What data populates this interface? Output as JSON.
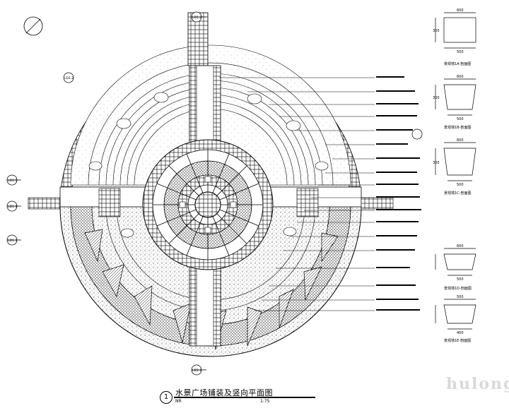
{
  "drawing": {
    "title": "水景广场铺装及竖向平面图",
    "title_number": "1",
    "scale_prefix": "NR",
    "scale": "1:75"
  },
  "watermark": {
    "text": "hulong"
  },
  "callouts": {
    "left": [
      "LD1.5",
      "LD1.4",
      "LD1.3",
      "LD1.2"
    ],
    "top": "LD1.2",
    "bottom": "LD1.1"
  },
  "detail_sections": [
    {
      "title": "景观墙1A-剖面图",
      "top_dim": "600",
      "side_dim": "300",
      "bottom_dim": "500"
    },
    {
      "title": "景观墙1B-剖面图",
      "top_dim": "600",
      "side_dim": "300",
      "bottom_dim": "500"
    },
    {
      "title": "景观墙1C-剖面图",
      "top_dim": "600",
      "side_dim": "300",
      "bottom_dim": "500"
    },
    {
      "title": "景观墙1D-剖面图",
      "top_dim": "600",
      "side_dim": "",
      "bottom_dim": "500"
    },
    {
      "title": "景观墙1E-剖面图",
      "top_dim": "500",
      "side_dim": "",
      "bottom_dim": "400"
    }
  ],
  "colors": {
    "line": "#000000",
    "paper": "#ffffff"
  }
}
